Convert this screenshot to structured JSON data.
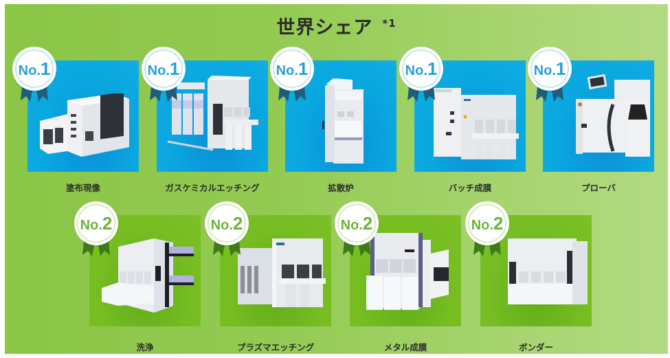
{
  "header": {
    "title": "世界シェア",
    "footnote_mark": "*1"
  },
  "colors": {
    "background": "#93ca52",
    "rank1_card": "#0aa7e0",
    "rank1_badge_text": "#2a9fd8",
    "rank1_ribbon": "#1d5f7a",
    "rank2_card": "#76bd22",
    "rank2_badge_text": "#6cb33e",
    "rank2_ribbon": "#3e7a1a"
  },
  "row1": [
    {
      "rank_prefix": "No.",
      "rank_num": "1",
      "label": "塗布現像",
      "icon": "coater-developer-machine"
    },
    {
      "rank_prefix": "No.",
      "rank_num": "1",
      "label": "ガスケミカルエッチング",
      "icon": "gas-chemical-etch-machine"
    },
    {
      "rank_prefix": "No.",
      "rank_num": "1",
      "label": "拡散炉",
      "icon": "diffusion-furnace-machine"
    },
    {
      "rank_prefix": "No.",
      "rank_num": "1",
      "label": "バッチ成膜",
      "icon": "batch-deposition-machine"
    },
    {
      "rank_prefix": "No.",
      "rank_num": "1",
      "label": "プローバ",
      "icon": "wafer-prober-machine"
    }
  ],
  "row2": [
    {
      "rank_prefix": "No.",
      "rank_num": "2",
      "label": "洗浄",
      "icon": "cleaning-machine"
    },
    {
      "rank_prefix": "No.",
      "rank_num": "2",
      "label": "プラズマエッチング",
      "icon": "plasma-etch-machine"
    },
    {
      "rank_prefix": "No.",
      "rank_num": "2",
      "label": "メタル成膜",
      "icon": "metal-deposition-machine"
    },
    {
      "rank_prefix": "No.",
      "rank_num": "2",
      "label": "ボンダー",
      "icon": "bonder-machine"
    }
  ]
}
